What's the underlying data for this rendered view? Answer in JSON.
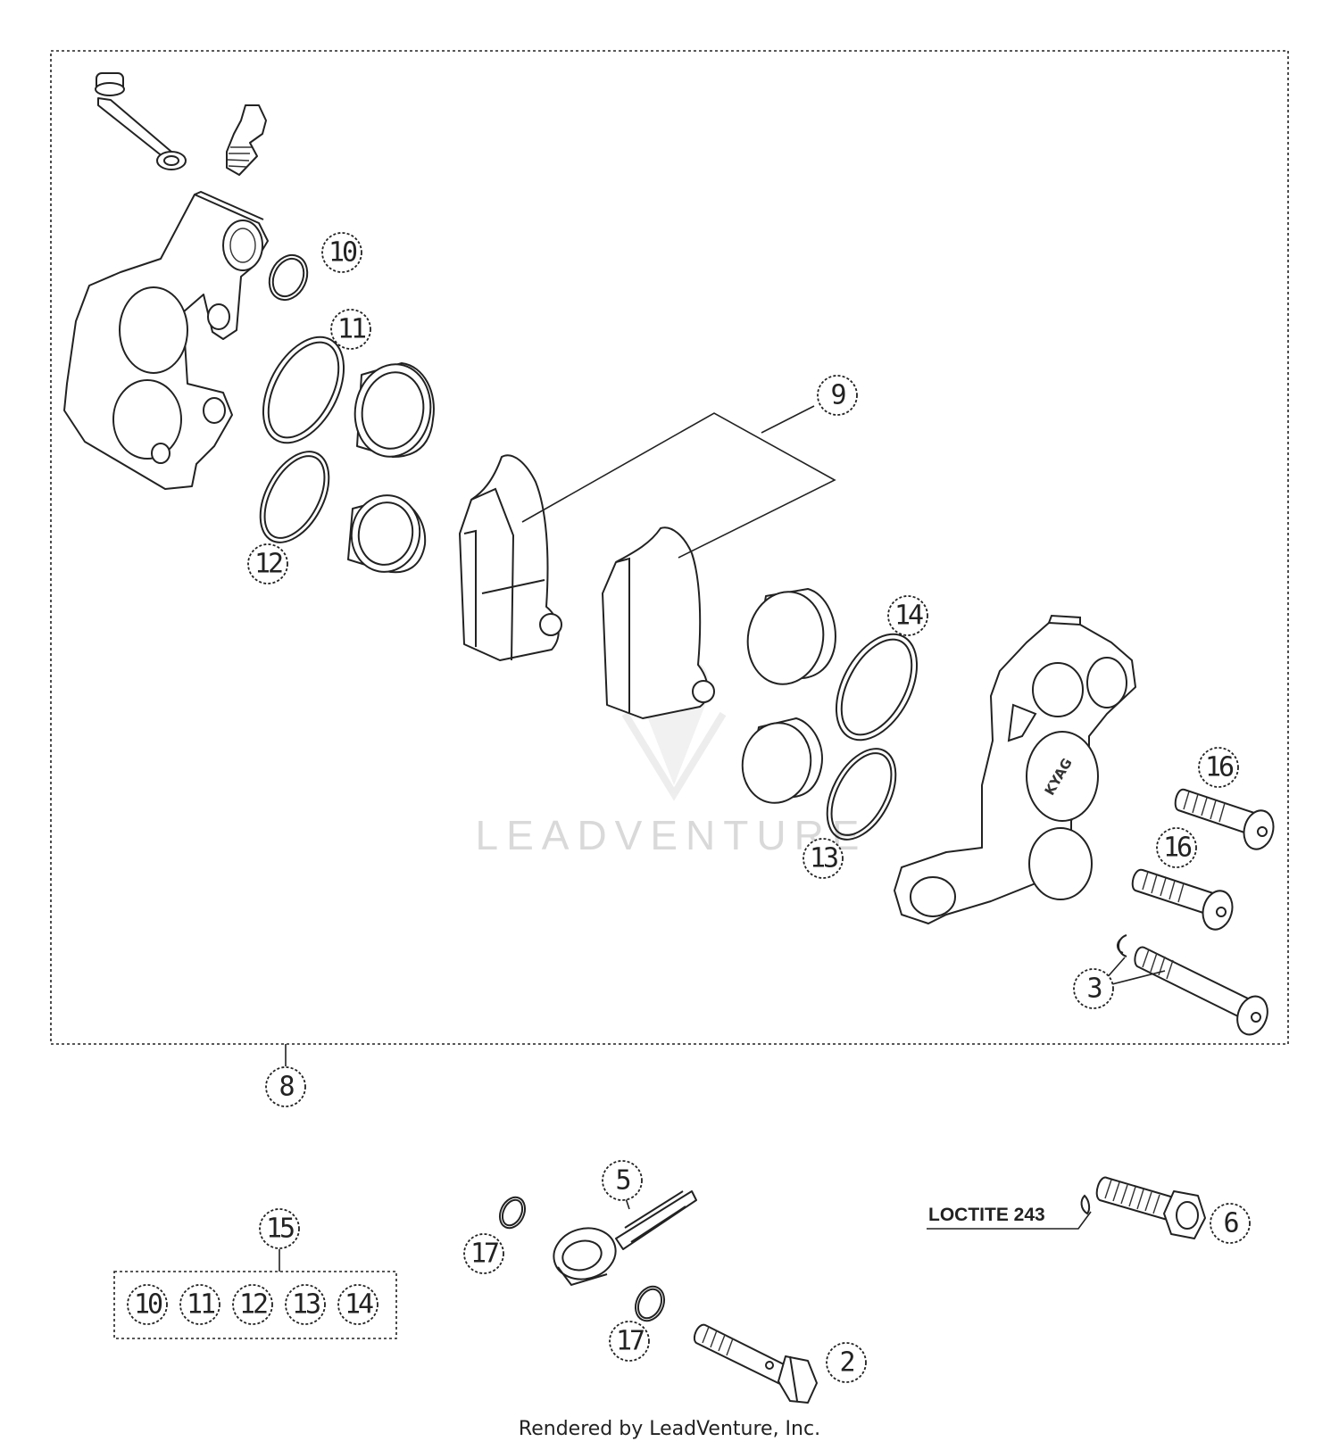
{
  "callouts": {
    "c2": "2",
    "c3": "3",
    "c5": "5",
    "c6": "6",
    "c8": "8",
    "c9": "9",
    "c10": "10",
    "c11": "11",
    "c12": "12",
    "c13": "13",
    "c14": "14",
    "c15": "15",
    "c16a": "16",
    "c16b": "16",
    "c17a": "17",
    "c17b": "17"
  },
  "kit_items": [
    "10",
    "11",
    "12",
    "13",
    "14"
  ],
  "note": "LOCTITE 243",
  "caliper_stamp": "KYAG",
  "watermark": "LEADVENTURE",
  "footer": "Rendered by LeadVenture, Inc."
}
